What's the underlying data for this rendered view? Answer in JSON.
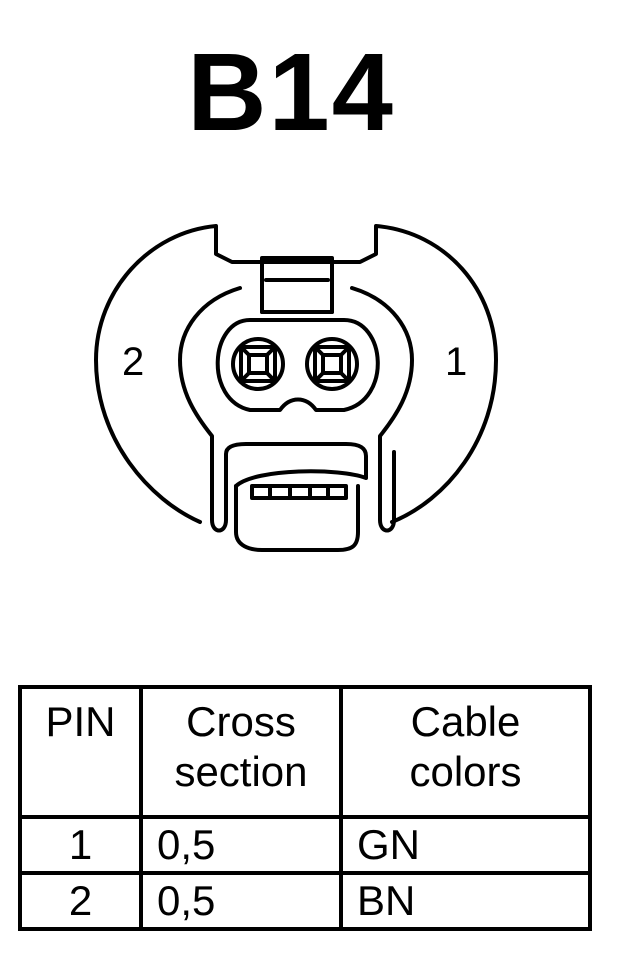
{
  "title": "B14",
  "connector": {
    "pin_labels": {
      "left": "2",
      "right": "1"
    }
  },
  "table": {
    "headers": {
      "pin": "PIN",
      "cross_section": [
        "Cross",
        "section"
      ],
      "cable_colors": [
        "Cable",
        "colors"
      ]
    },
    "rows": [
      {
        "pin": "1",
        "cross_section": "0,5",
        "color": "GN"
      },
      {
        "pin": "2",
        "cross_section": "0,5",
        "color": "BN"
      }
    ]
  }
}
